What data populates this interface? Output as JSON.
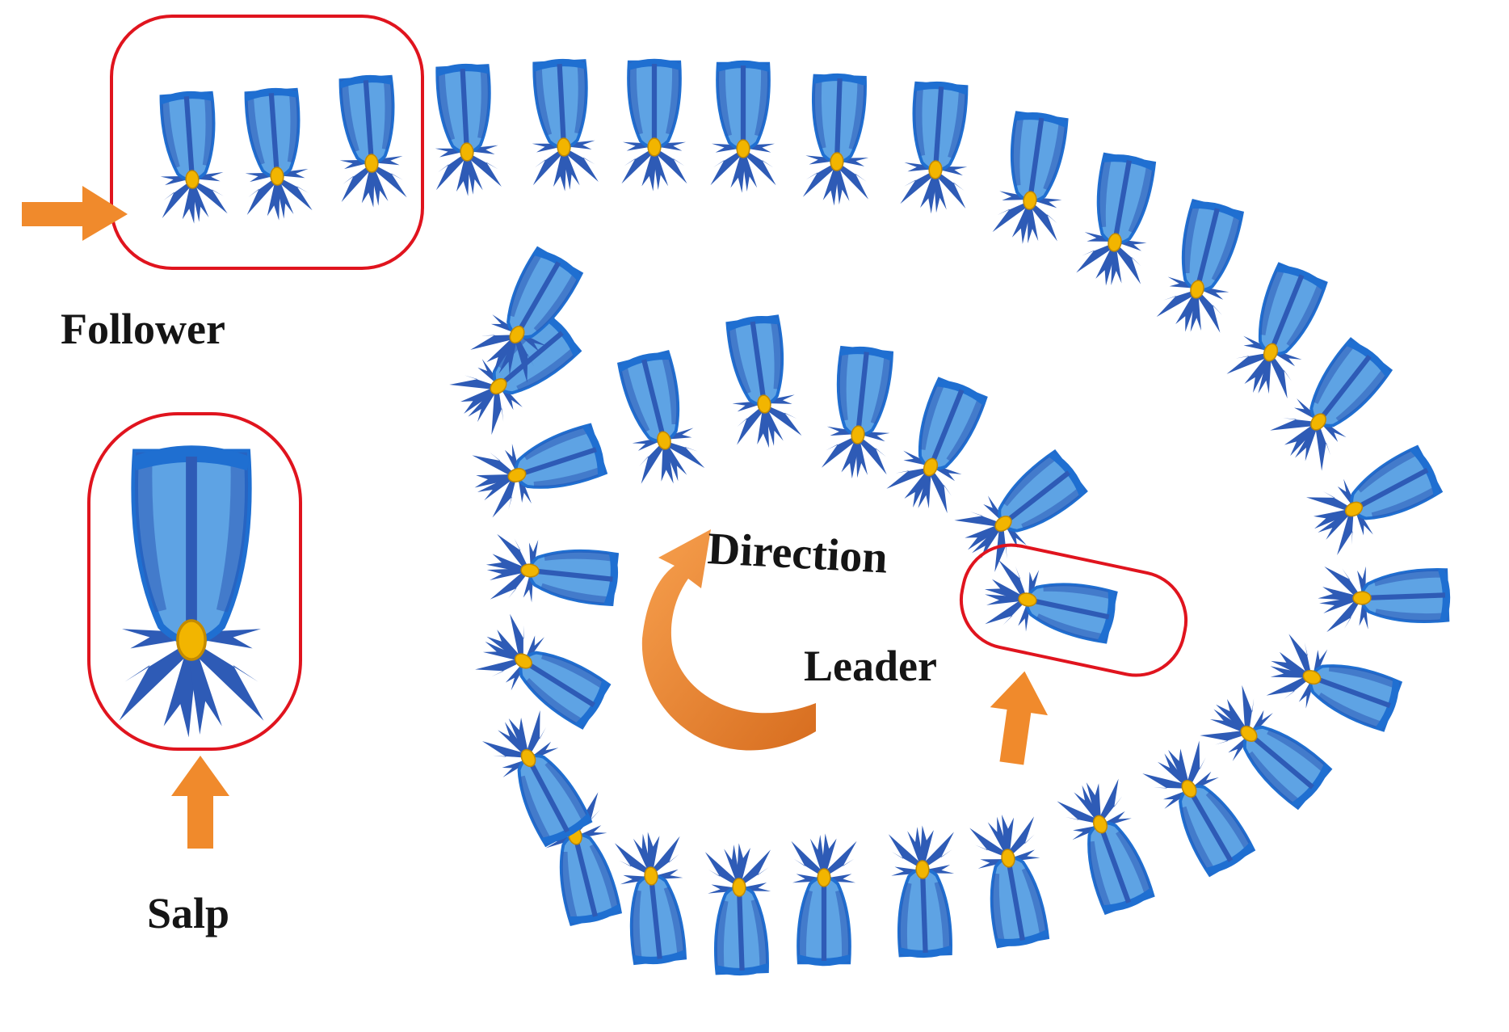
{
  "labels": {
    "follower": "Follower",
    "salp": "Salp",
    "direction": "Direction",
    "leader": "Leader"
  },
  "colors": {
    "salp_body": "#5ea3e4",
    "salp_dark": "#2e5bb6",
    "salp_rim": "#1f6fd1",
    "salp_core": "#f2b500",
    "highlight": "#e0141e",
    "arrow": "#f08a2c"
  },
  "icons": {
    "salp": "salp-icon",
    "arrow": "orange-arrow-icon",
    "rotation": "curved-arrow-icon"
  }
}
